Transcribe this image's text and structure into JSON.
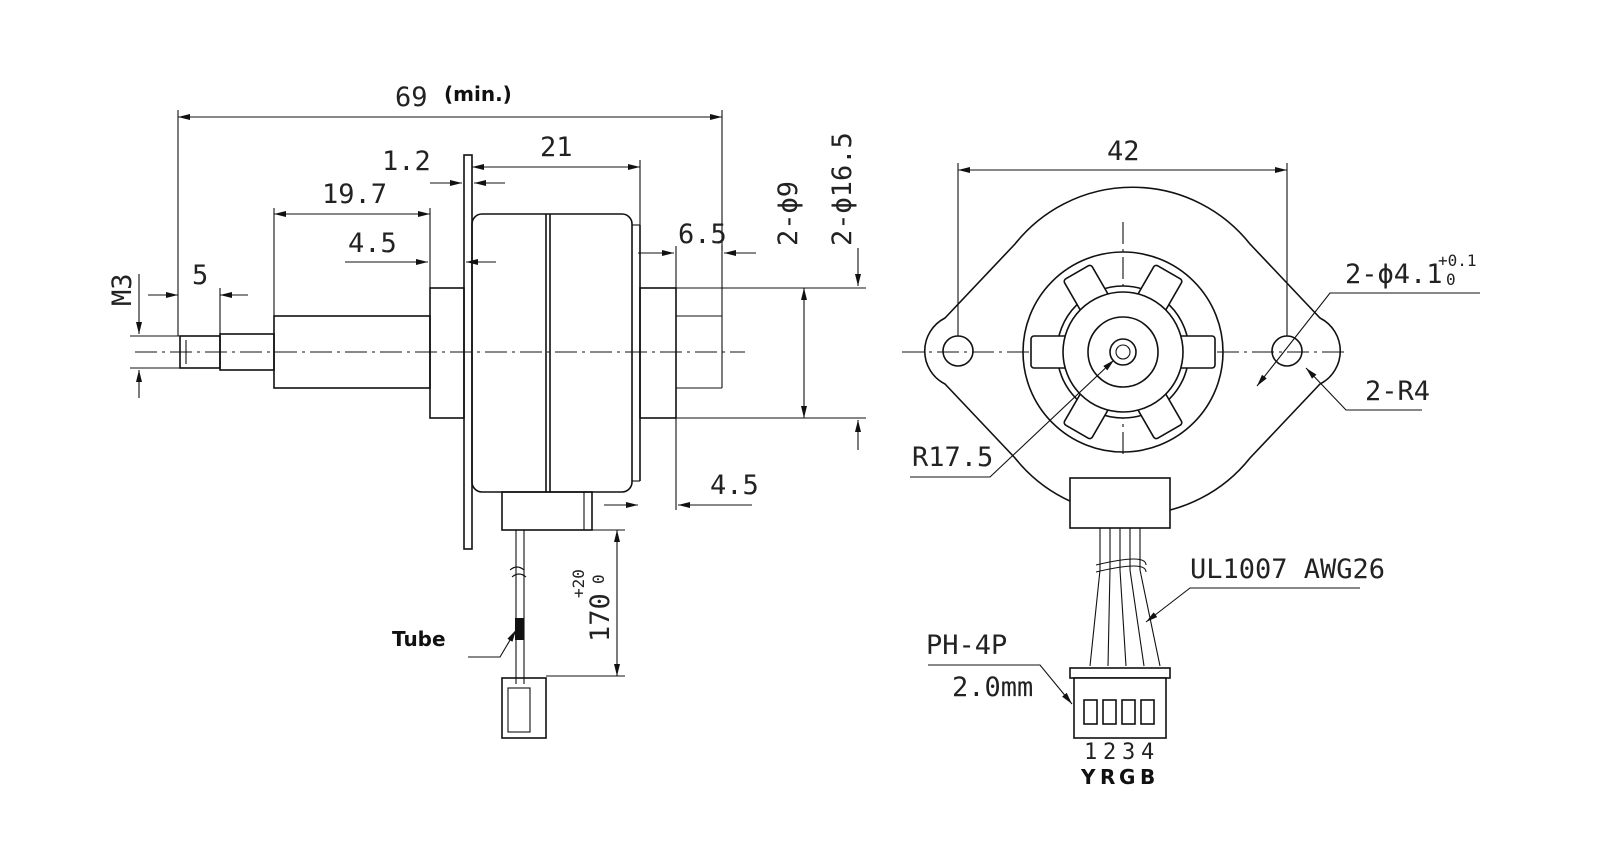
{
  "side_view": {
    "overall_length": "69",
    "overall_length_note": "(min.)",
    "flange_thickness": "1.2",
    "body_depth": "21",
    "shaft_extension": "19.7",
    "boss_length": "4.5",
    "thread_length": "5",
    "thread_spec": "M3",
    "rear_boss_length": "6.5",
    "rear_offset": "4.5",
    "diameter_small": "2-ϕ9",
    "diameter_large": "2-ϕ16.5",
    "lead_length": "170",
    "lead_tolerance_upper": "+20",
    "lead_tolerance_lower": "0",
    "tube_label": "Tube"
  },
  "front_view": {
    "flange_width": "42",
    "hole_spec": "2-ϕ4.1",
    "hole_tolerance_upper": "+0.1",
    "hole_tolerance_lower": "0",
    "corner_radius": "2-R4",
    "body_radius": "R17.5",
    "wire_spec": "UL1007 AWG26",
    "connector": "PH-4P",
    "pitch": "2.0mm",
    "pin_numbers": [
      "1",
      "2",
      "3",
      "4"
    ],
    "wire_colors": [
      "Y",
      "R",
      "G",
      "B"
    ]
  }
}
